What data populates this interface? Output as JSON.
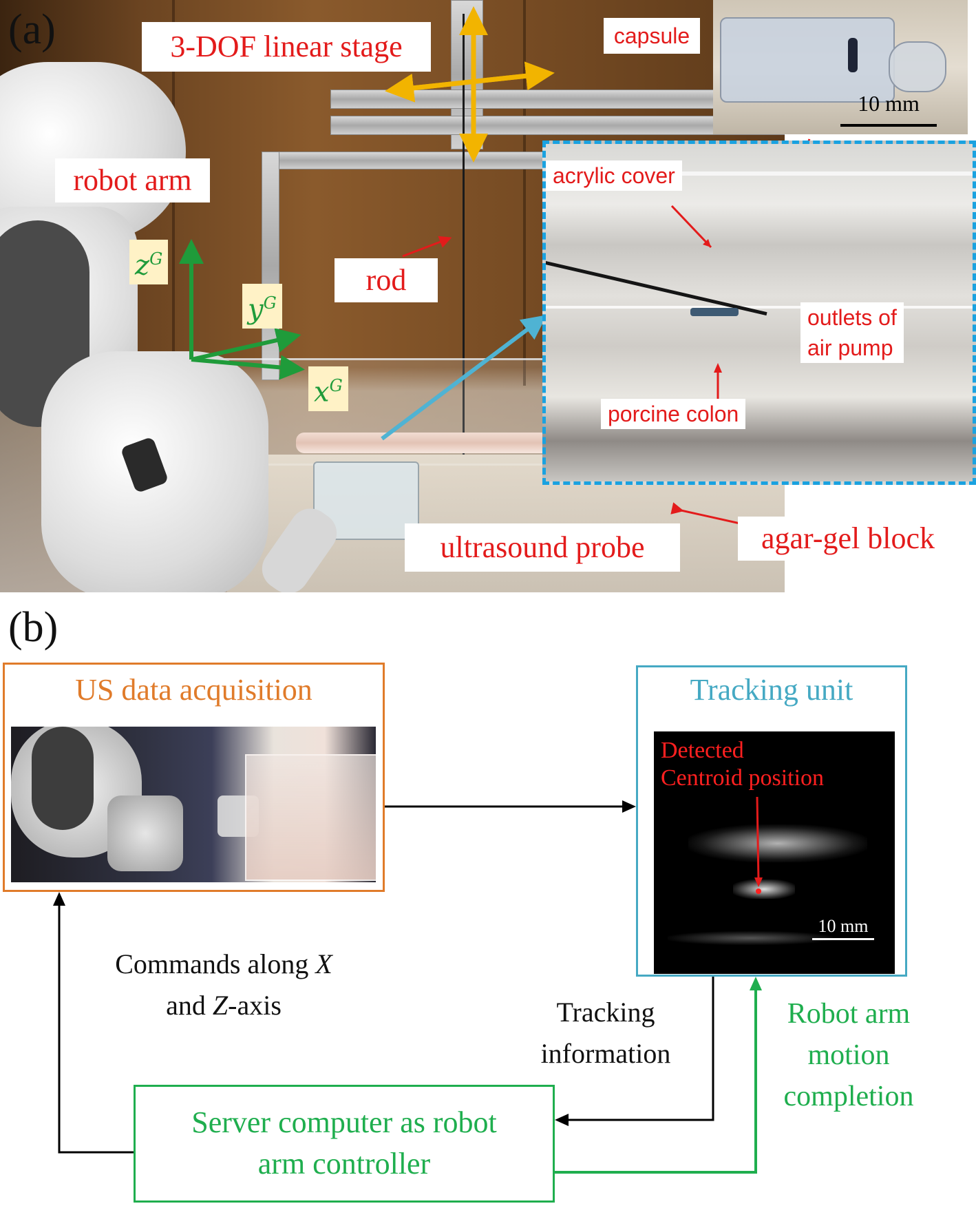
{
  "panel_a": {
    "letter": "(a)",
    "labels": {
      "stage": "3-DOF linear stage",
      "robot_arm": "robot arm",
      "rod": "rod",
      "ultrasound_probe": "ultrasound probe",
      "agar_gel_block": "agar-gel block",
      "capsule": "capsule",
      "acrylic_cover": "acrylic cover",
      "outlets_line1": "outlets of",
      "outlets_line2": "air pump",
      "porcine_colon": "porcine colon",
      "scale_bar": "10 mm"
    },
    "axes": {
      "z": "z",
      "z_sup": "G",
      "y": "y",
      "y_sup": "G",
      "x": "x",
      "x_sup": "G"
    }
  },
  "panel_b": {
    "letter": "(b)",
    "us_acquisition_title": "US data acquisition",
    "tracking_unit_title": "Tracking unit",
    "detected_line1": "Detected",
    "detected_line2": "Centroid position",
    "us_scale_bar": "10 mm",
    "commands_line1_pre": "Commands along ",
    "commands_line1_axis": "X",
    "commands_line2_pre": "and ",
    "commands_line2_axis": "Z",
    "commands_line2_post": "-axis",
    "tracking_info_line1": "Tracking",
    "tracking_info_line2": "information",
    "motion_line1": "Robot arm",
    "motion_line2": "motion",
    "motion_line3": "completion",
    "server_line1": "Server computer as robot",
    "server_line2": "arm controller"
  },
  "colors": {
    "label_red": "#e31b1b",
    "axis_green": "#1f9b3a",
    "stage_arrow": "#f2b400",
    "inset_dash": "#1aa2e0",
    "us_box": "#e07b2a",
    "tracking_box": "#45a9c3",
    "server_box": "#1fae4e"
  }
}
